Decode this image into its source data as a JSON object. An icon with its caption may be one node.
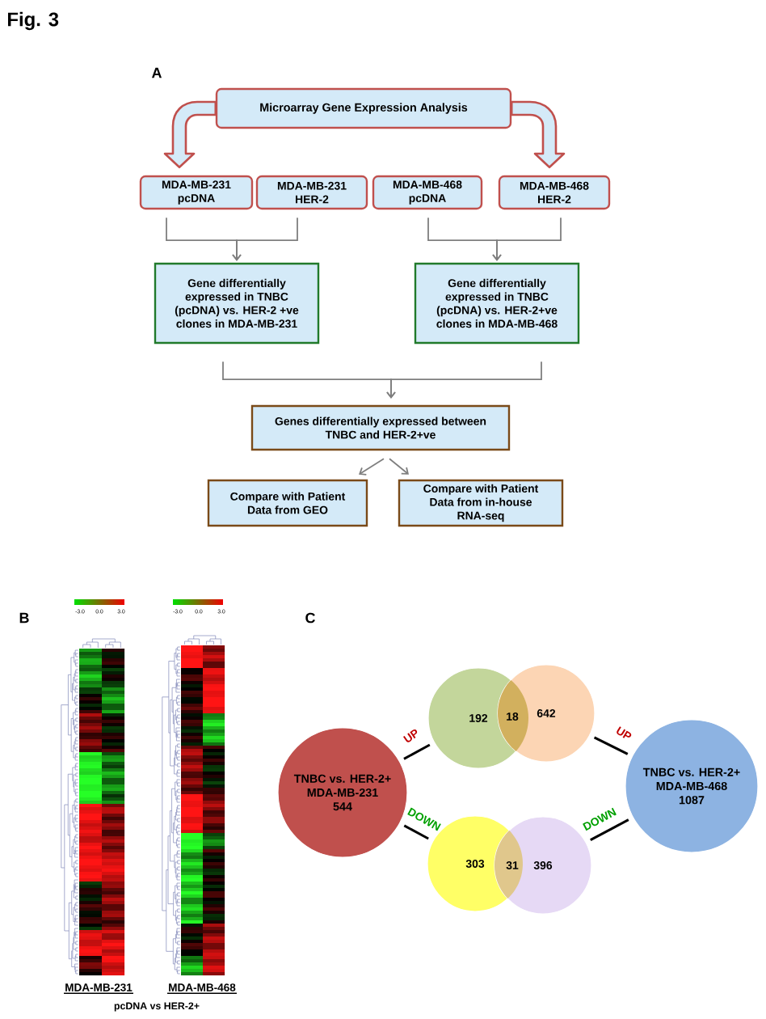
{
  "diagram": {
    "title": "Fig. 3",
    "nodes": [
      {
        "text": [
          "Microarray Gene Expression Analysis"
        ]
      },
      {
        "text": [
          "MDA-MB-231 pcDNA"
        ]
      },
      {
        "text": [
          "MDA-MB-231 HER-2"
        ]
      },
      {
        "text": [
          "MDA-MB-468 pcDNA"
        ]
      },
      {
        "text": [
          "MDA-MB-468 HER-2"
        ]
      },
      {
        "text": [
          "Gene differentially expressed in TNBC (pcDNA) vs. HER-2 +ve clones in MDA-MB-231"
        ]
      },
      {
        "text": [
          "Gene differentially expressed in TNBC (pcDNA) vs. HER-2+ve clones in MDA-MB-468"
        ]
      },
      {
        "text": [
          "Genes differentially expressed between TNBC and HER-2+ve"
        ]
      },
      {
        "text": [
          "Compare with Patient Data from GEO"
        ]
      },
      {
        "text": [
          "Compare with Patient Data from in-house RNA-seq"
        ]
      },
      {
        "text": [
          "TNBC vs. HER-2+ MDA-MB-231",
          "544"
        ]
      },
      {
        "text": [
          "192"
        ]
      },
      {
        "text": [
          "642"
        ]
      },
      {
        "text": [
          "303"
        ]
      },
      {
        "text": [
          "396"
        ]
      },
      {
        "text": [
          "TNBC vs. HER-2+ MDA-MB-468",
          "1087"
        ]
      }
    ],
    "edges": [
      {
        "from": 0,
        "to": 1,
        "arrow": "to",
        "style": "thick",
        "color": "#c0504d"
      },
      {
        "from": 0,
        "to": 4,
        "arrow": "to",
        "style": "thick",
        "color": "#c0504d"
      },
      {
        "from": 1,
        "to": 5,
        "arrow": "to"
      },
      {
        "from": 2,
        "to": 5,
        "arrow": "to"
      },
      {
        "from": 3,
        "to": 6,
        "arrow": "to"
      },
      {
        "from": 4,
        "to": 6,
        "arrow": "to"
      },
      {
        "from": 5,
        "to": 7,
        "arrow": "to"
      },
      {
        "from": 6,
        "to": 7,
        "arrow": "to"
      },
      {
        "from": 7,
        "to": 8,
        "arrow": "to"
      },
      {
        "from": 7,
        "to": 9,
        "arrow": "to"
      },
      {
        "from": 10,
        "to": 11,
        "arrow": "none",
        "label": "UP",
        "color": "#000000"
      },
      {
        "from": 12,
        "to": 15,
        "arrow": "none",
        "label": "UP",
        "color": "#000000"
      },
      {
        "from": 10,
        "to": 13,
        "arrow": "none",
        "label": "DOWN",
        "color": "#000000"
      },
      {
        "from": 14,
        "to": 15,
        "arrow": "none",
        "label": "DOWN",
        "color": "#000000"
      }
    ],
    "labels": [
      "A",
      "B",
      "-3.0",
      "0.0",
      "3.0",
      "-3.0",
      "0.0",
      "3.0",
      "C",
      "18",
      "31",
      "MDA-MB-231",
      "MDA-MB-468",
      "pcDNA vs HER-2+"
    ]
  }
}
